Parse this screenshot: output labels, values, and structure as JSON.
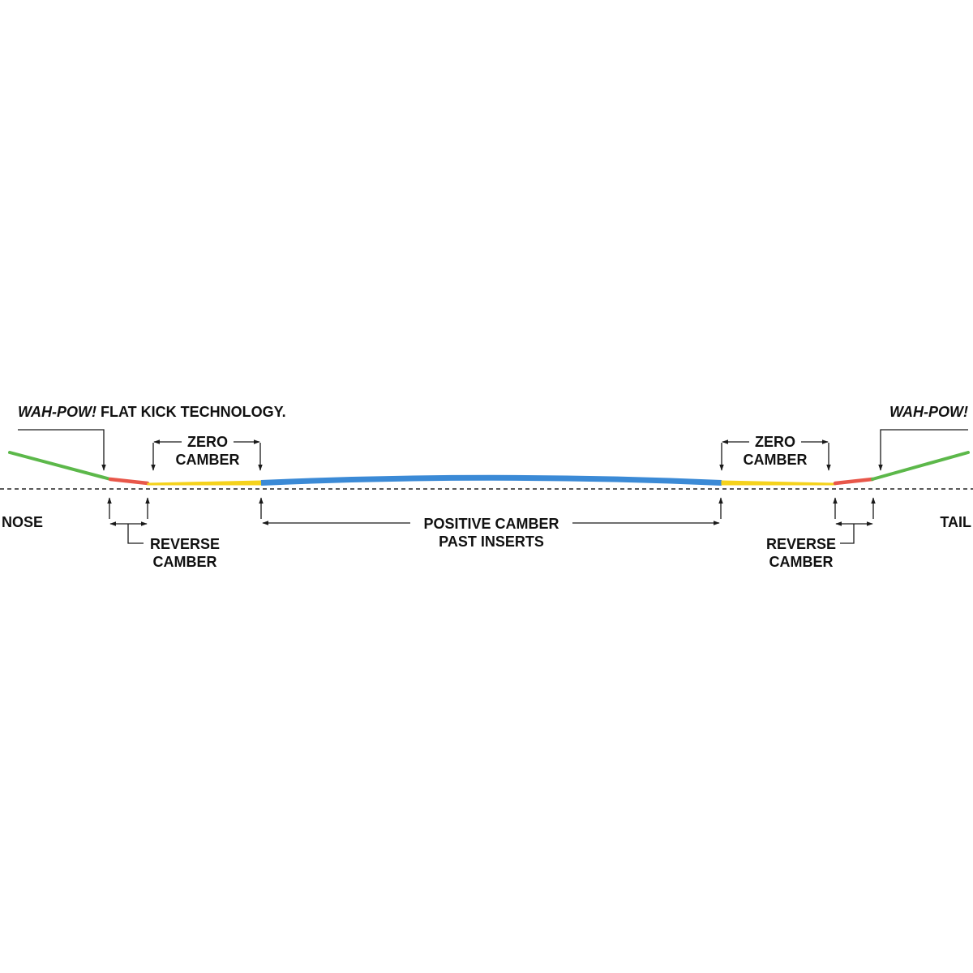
{
  "labels": {
    "wahpow_left_em": "WAH-POW!",
    "wahpow_left_rest": " FLAT KICK TECHNOLOGY.",
    "wahpow_right": "WAH-POW!",
    "zero_camber_left_1": "ZERO",
    "zero_camber_left_2": "CAMBER",
    "zero_camber_right_1": "ZERO",
    "zero_camber_right_2": "CAMBER",
    "nose": "NOSE",
    "tail": "TAIL",
    "positive_camber_1": "POSITIVE CAMBER",
    "positive_camber_2": "PAST INSERTS",
    "reverse_camber_left_1": "REVERSE",
    "reverse_camber_left_2": "CAMBER",
    "reverse_camber_right_1": "REVERSE",
    "reverse_camber_right_2": "CAMBER"
  },
  "colors": {
    "flat_kick": "#5cb84a",
    "reverse_camber": "#e8574a",
    "zero_camber": "#f5d21c",
    "positive_camber": "#3b8ad6",
    "baseline": "#222222",
    "annotation": "#1a1a1a"
  }
}
